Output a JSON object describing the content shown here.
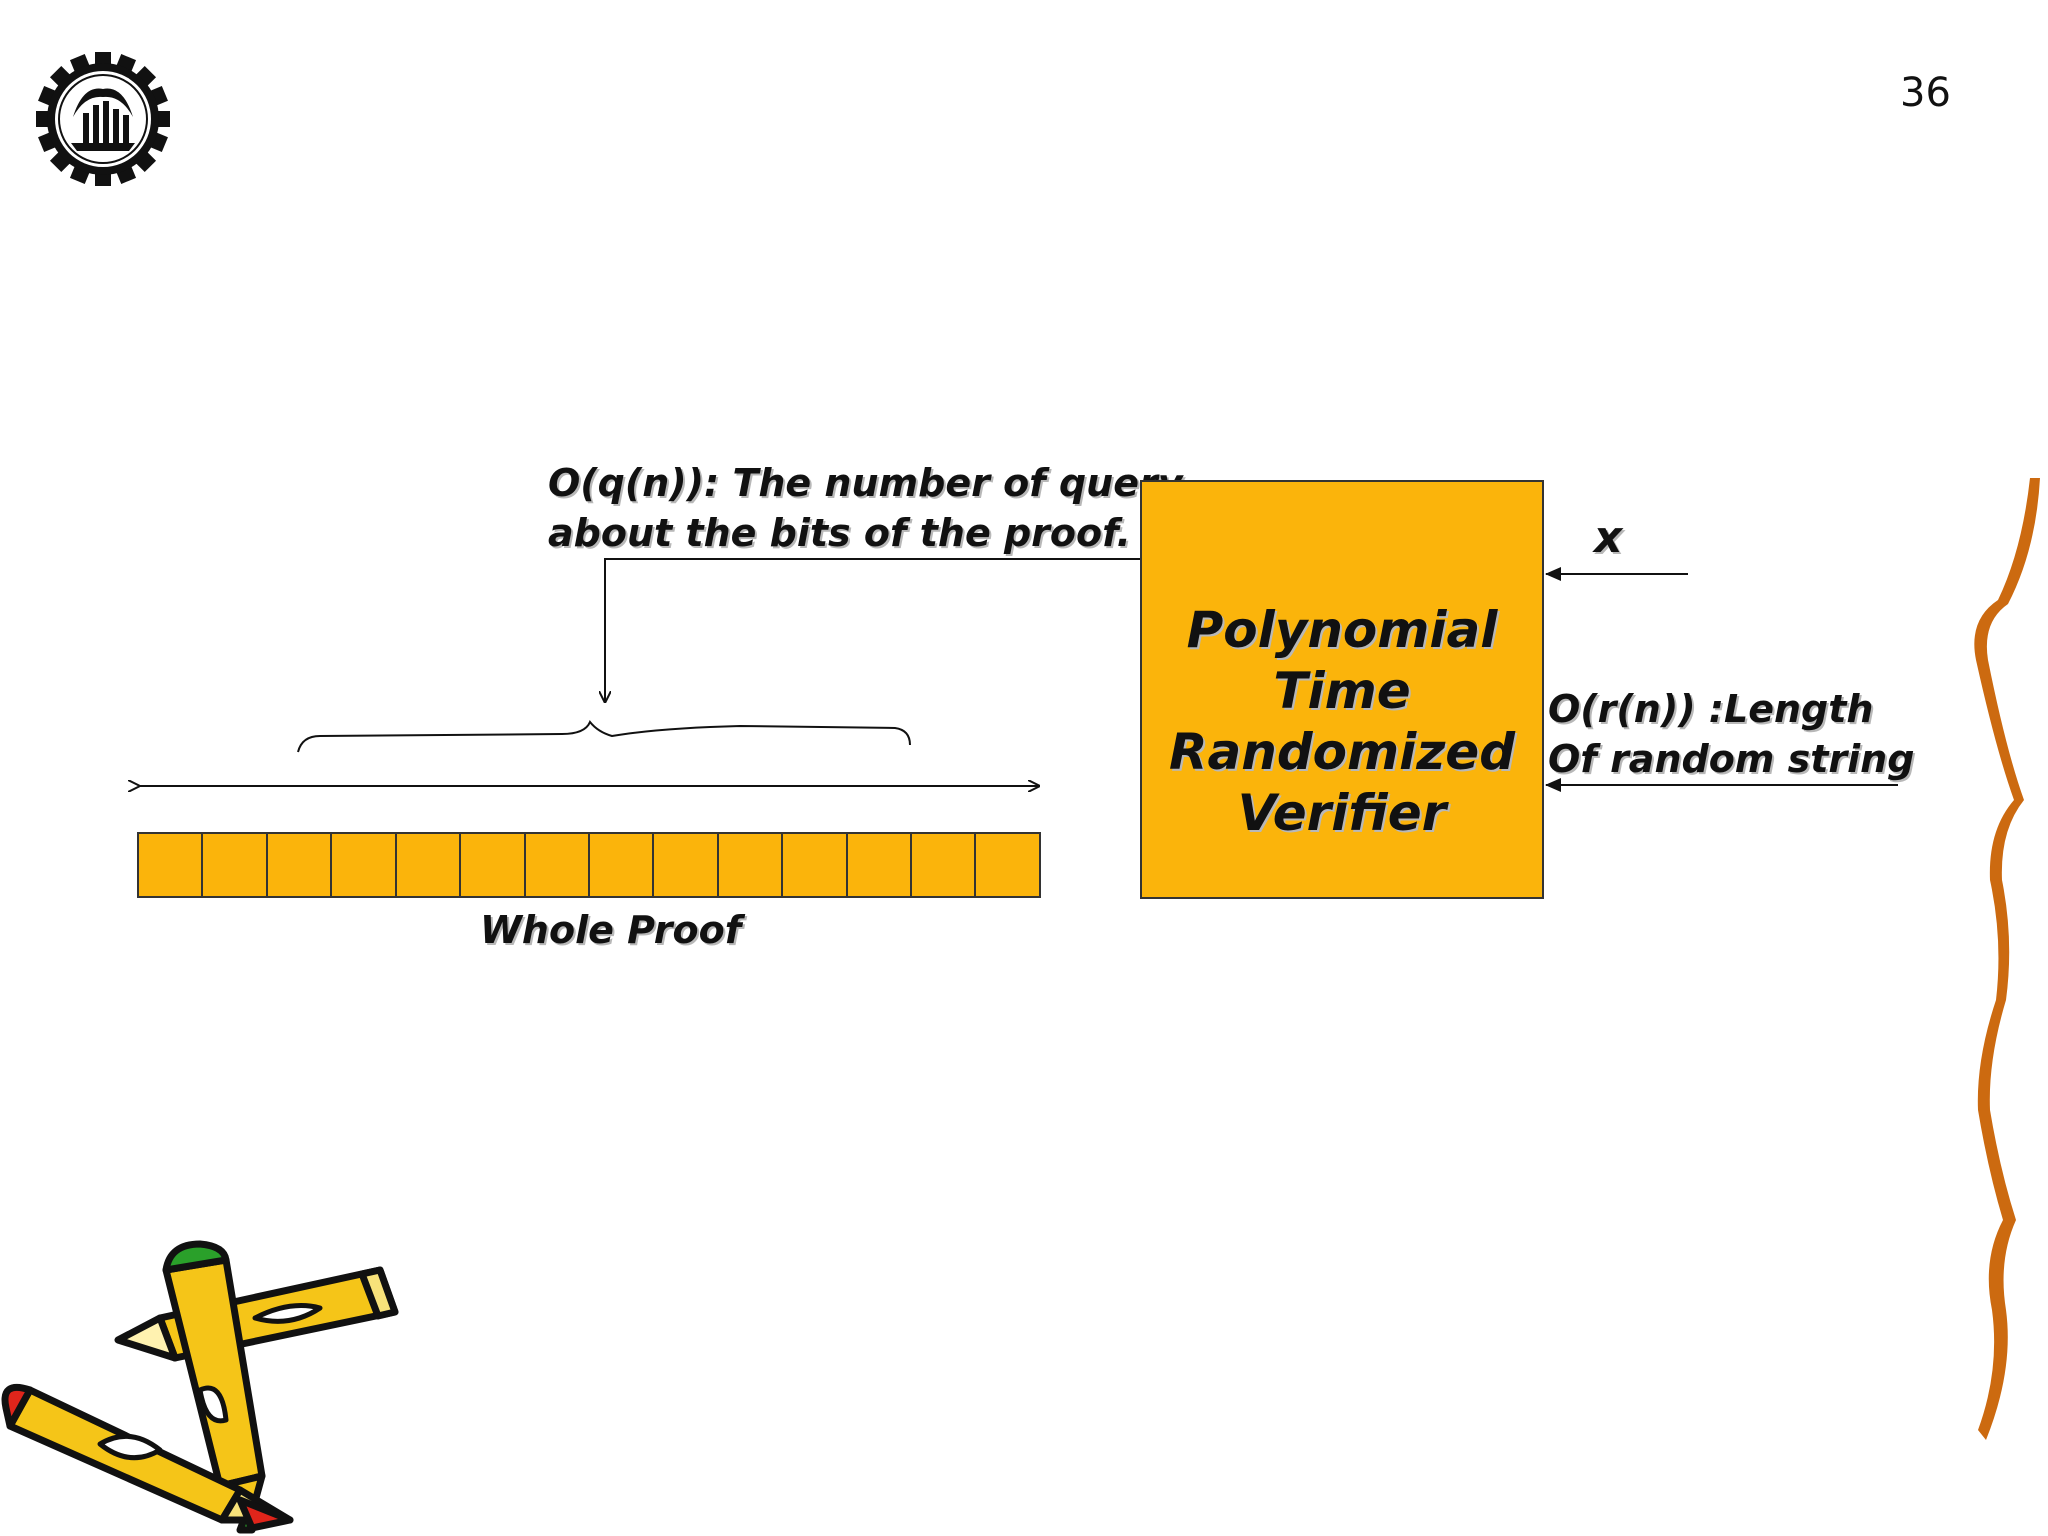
{
  "slide": {
    "page_number": "36",
    "query_label": [
      "O(q(n)): The number of query",
      "about the bits of the proof."
    ],
    "verifier_label": [
      "Polynomial Time",
      "Randomized",
      "Verifier"
    ],
    "input_label": "x",
    "random_label": [
      "O(r(n)) :Length",
      "Of random string"
    ],
    "proof_label": "Whole Proof",
    "proof_cell_count": 14
  },
  "colors": {
    "box_fill": "#fbb40b",
    "squiggle": "#cc6a10",
    "pencil_body": "#f5c518",
    "pencil_red_tip": "#e0251b",
    "pencil_green_tip": "#2aa02a"
  },
  "icons": [
    "university-logo-icon",
    "pencils-clipart-icon",
    "squiggle-border-decoration"
  ]
}
